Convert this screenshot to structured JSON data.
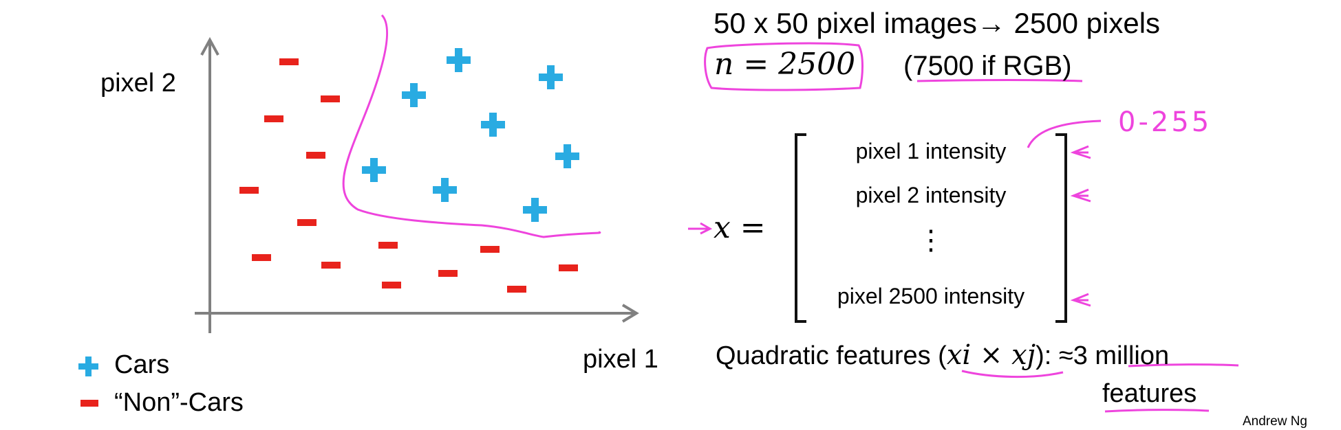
{
  "scatter": {
    "y_axis_label": "pixel 2",
    "x_axis_label": "pixel 1",
    "legend": [
      {
        "symbol": "+",
        "label": "Cars",
        "color": "#29abe2"
      },
      {
        "symbol": "-",
        "label": "“Non”-Cars",
        "color": "#e8231c"
      }
    ],
    "colors": {
      "axis": "#808080",
      "boundary": "#ee44dd"
    }
  },
  "right": {
    "headline": "50 x 50 pixel images→ 2500 pixels",
    "n_eq": "n = 2500",
    "rgb_note_open": "(",
    "rgb_note": "7500 if RGB",
    "rgb_note_close": ")",
    "annotation_range": "0-255",
    "x_eq": "x =",
    "vector": [
      "pixel 1 intensity",
      "pixel 2 intensity",
      "⋮",
      "pixel 2500 intensity"
    ],
    "quad_prefix": "Quadratic features (",
    "quad_math": "xi × xj",
    "quad_suffix": "): ≈",
    "quad_million": "3 million",
    "quad_features": "features"
  },
  "footer": {
    "author": "Andrew Ng"
  }
}
